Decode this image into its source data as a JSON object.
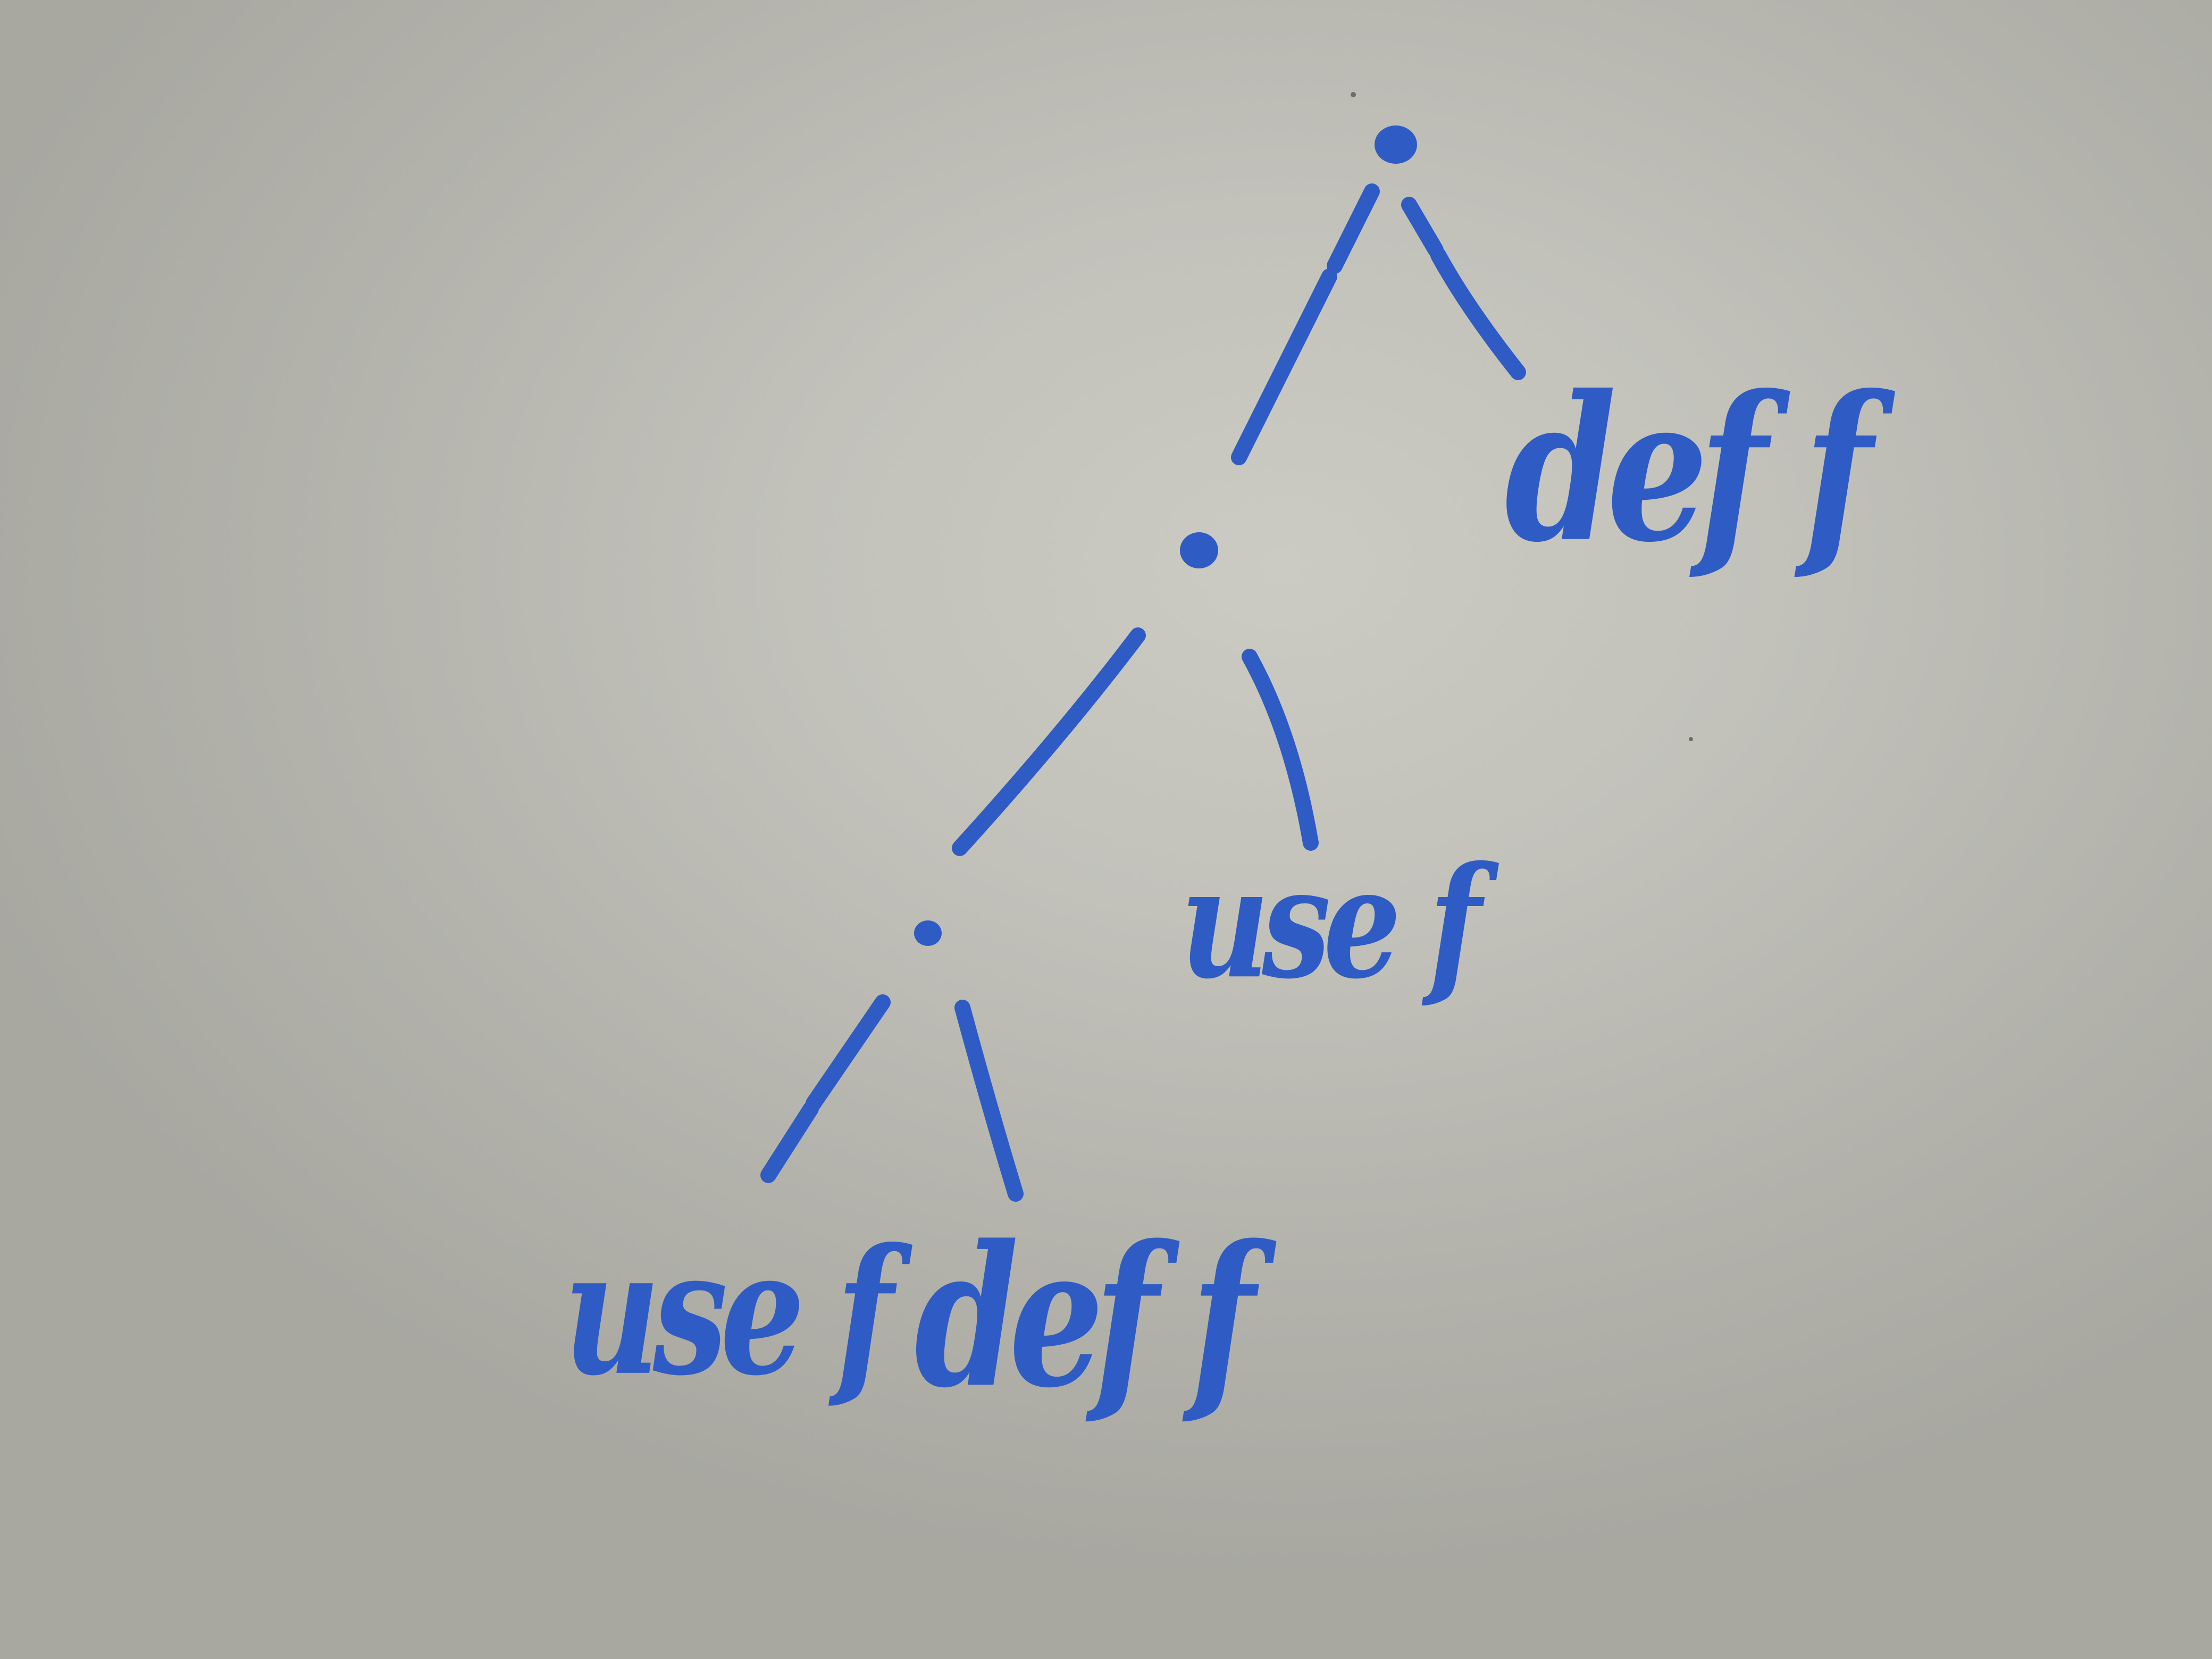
{
  "tree": {
    "leaves": {
      "top_right": "def f",
      "middle_right": "use f",
      "bottom_left": "use f",
      "bottom_right": "def f"
    }
  },
  "colors": {
    "marker": "#2f5bc4",
    "board": "#c2c2bb"
  }
}
